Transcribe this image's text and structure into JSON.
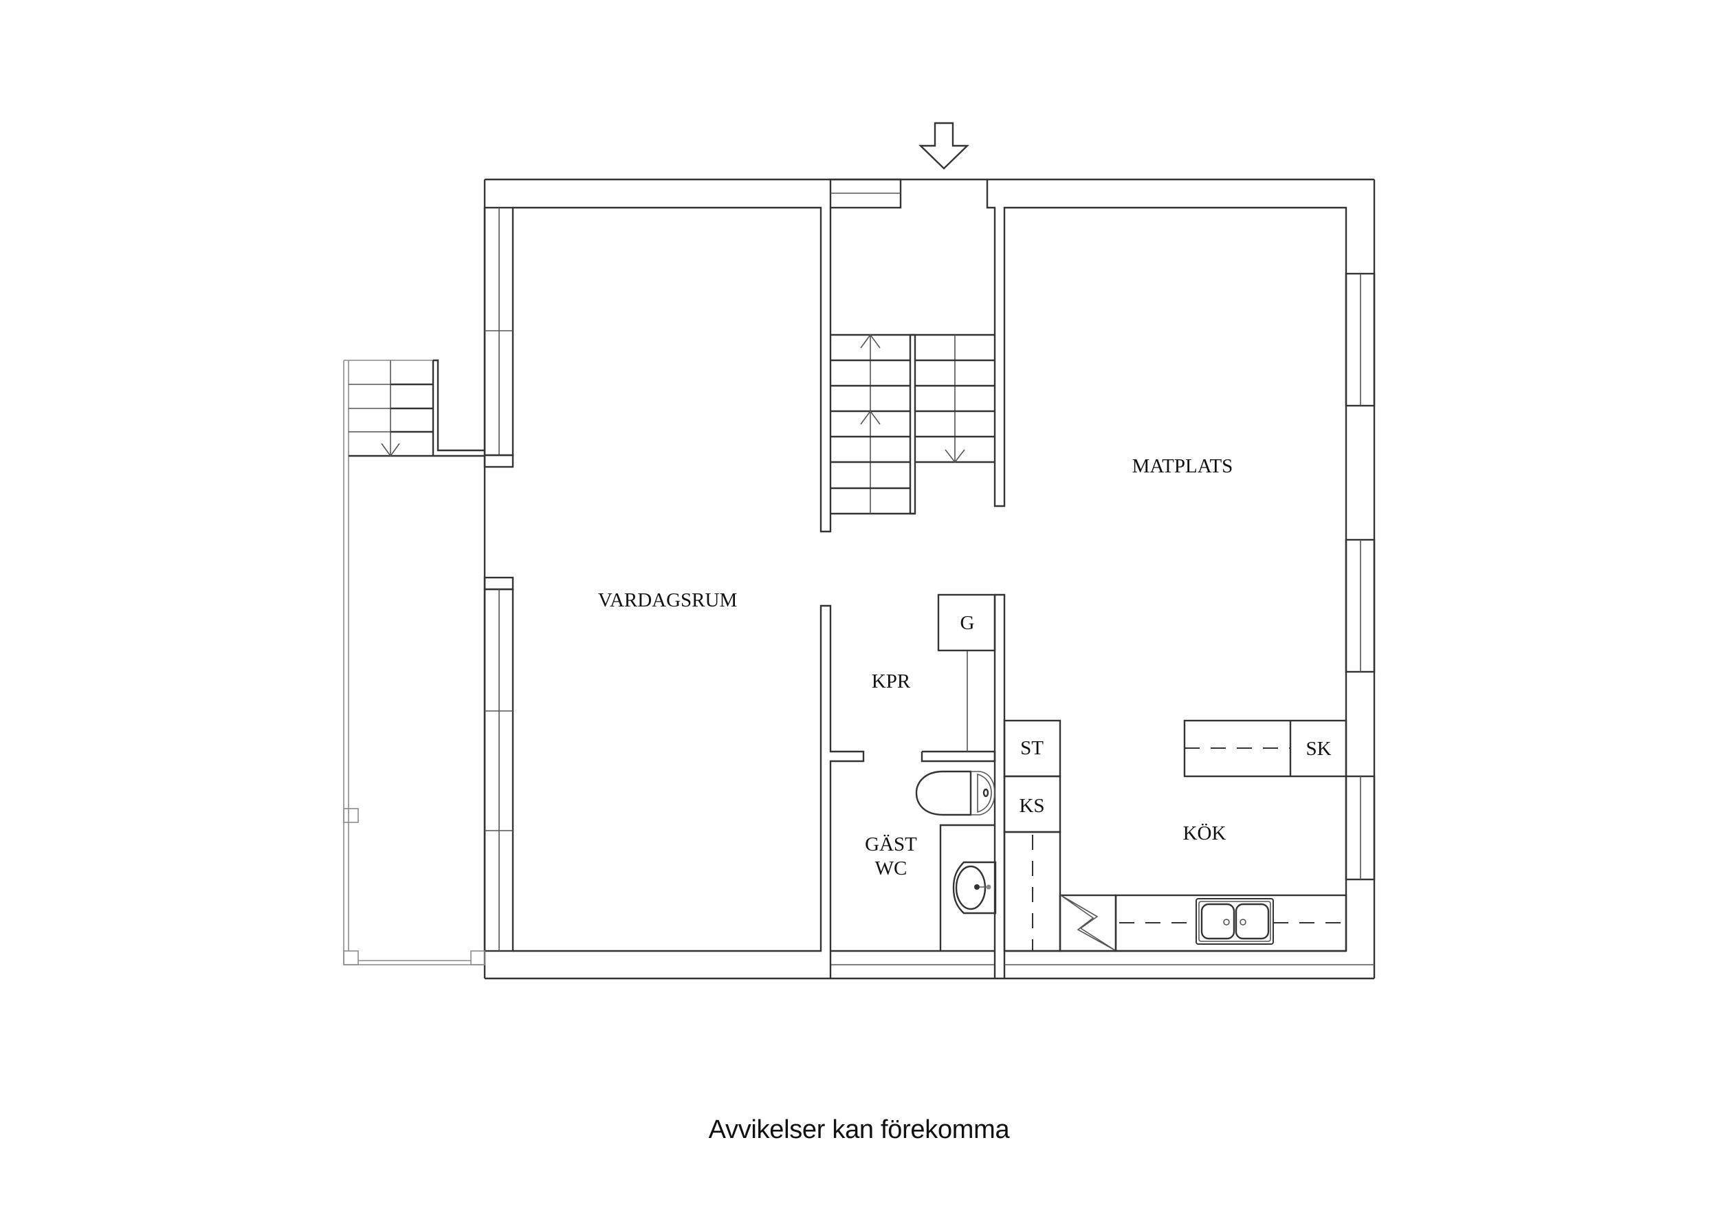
{
  "plan": {
    "rooms": {
      "vardagsrum": "VARDAGSRUM",
      "matplats": "MATPLATS",
      "kok": "KÖK",
      "kpr": "KPR",
      "gast_wc_line1": "GÄST",
      "gast_wc_line2": "WC"
    },
    "fixtures": {
      "g": "G",
      "st": "ST",
      "ks": "KS",
      "sk": "SK"
    },
    "entrance_icon": "entrance-arrow-down",
    "line_color": "#333333"
  },
  "footer": {
    "disclaimer": "Avvikelser kan förekomma"
  }
}
